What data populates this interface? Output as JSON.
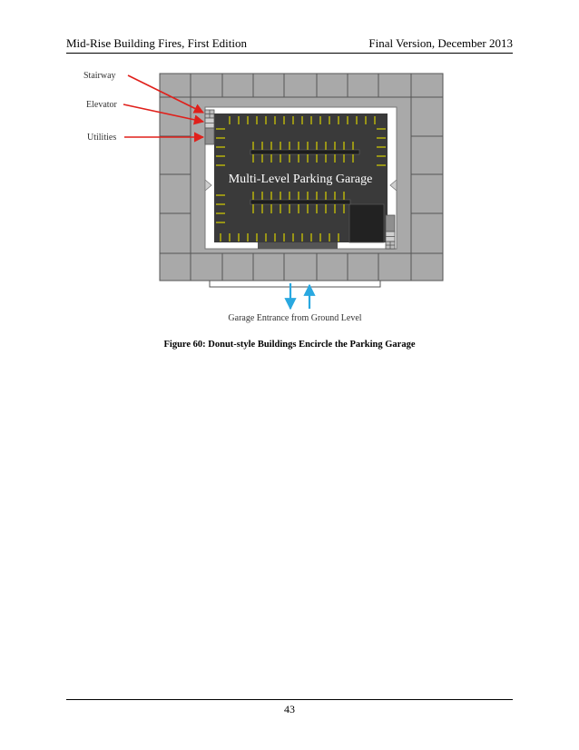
{
  "header": {
    "left_text": "Mid-Rise Building Fires, First Edition",
    "right_text": "Final Version, December 2013"
  },
  "figure": {
    "labels": {
      "stairway": "Stairway",
      "elevator": "Elevator",
      "utilities": "Utilities",
      "garage_title": "Multi-Level Parking Garage",
      "entrance": "Garage Entrance from Ground Level"
    },
    "colors": {
      "building": "#a9a9a9",
      "building_lines": "#555555",
      "garage": "#3a3a3a",
      "parking_lines": "#d6d000",
      "callout_arrows": "#e0201b",
      "entrance_arrows": "#29a8e0"
    },
    "caption": "Figure 60: Donut-style Buildings Encircle the Parking Garage"
  },
  "footer": {
    "page_number": "43"
  }
}
